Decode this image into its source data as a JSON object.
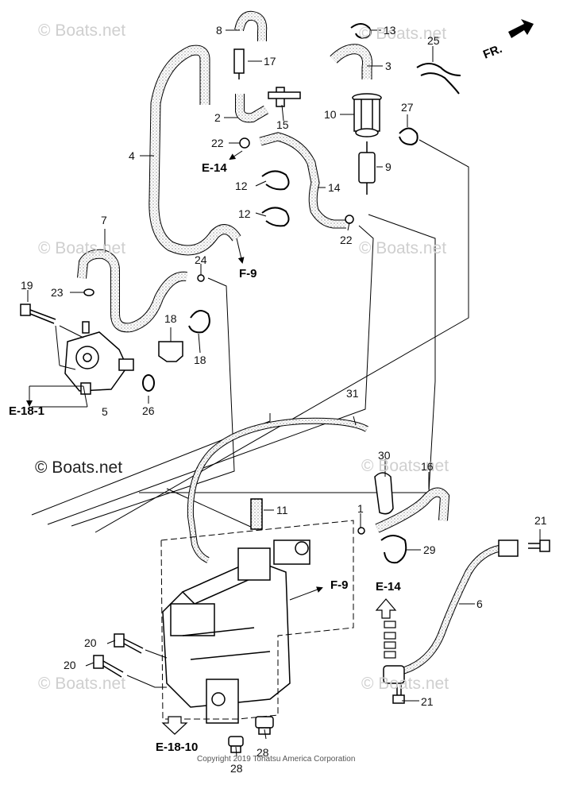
{
  "watermarks": {
    "w1": "© Boats.net",
    "w2": "© Boats.net",
    "w3": "© Boats.net",
    "w4": "© Boats.net",
    "w5": "© Boats.net",
    "w6": "© Boats.net",
    "w7": "© Boats.net",
    "main": "© Boats.net"
  },
  "copyright": "Copyright 2019 Tohatsu America Corporation",
  "direction_label": "FR.",
  "refs": {
    "e14_top": "E-14",
    "f9_top": "F-9",
    "e18_1": "E-18-1",
    "f9_bottom": "F-9",
    "e14_bottom": "E-14",
    "e18_10": "E-18-10"
  },
  "part_numbers": {
    "p1": "1",
    "p2": "2",
    "p3": "3",
    "p4": "4",
    "p5": "5",
    "p6": "6",
    "p7": "7",
    "p8": "8",
    "p9": "9",
    "p10": "10",
    "p11": "11",
    "p12a": "12",
    "p12b": "12",
    "p13": "13",
    "p14": "14",
    "p15": "15",
    "p16": "16",
    "p17": "17",
    "p18a": "18",
    "p18b": "18",
    "p19": "19",
    "p20a": "20",
    "p20b": "20",
    "p21a": "21",
    "p21b": "21",
    "p22a": "22",
    "p22b": "22",
    "p23": "23",
    "p24": "24",
    "p25": "25",
    "p26": "26",
    "p27": "27",
    "p28a": "28",
    "p28b": "28",
    "p29": "29",
    "p30": "30",
    "p31": "31"
  }
}
